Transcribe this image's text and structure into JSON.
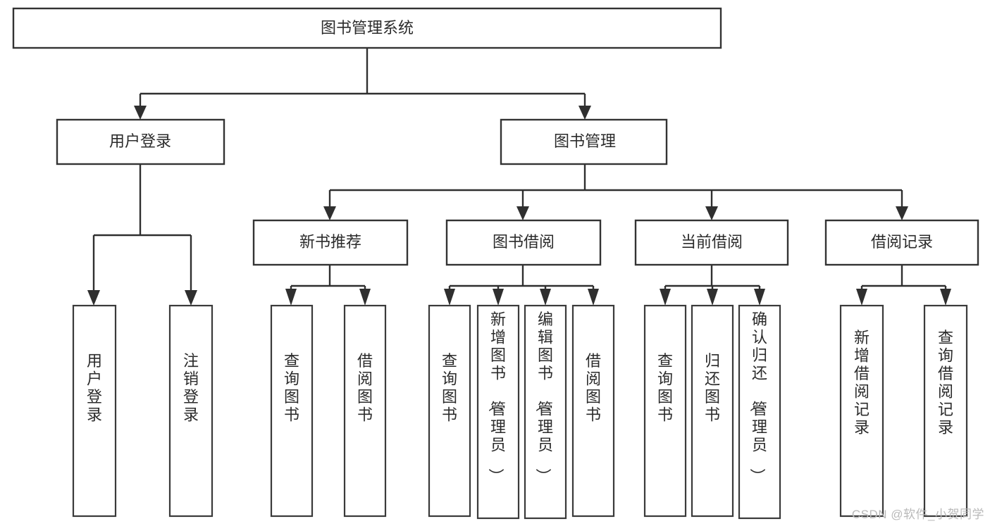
{
  "diagram": {
    "type": "hierarchy-tree",
    "orientation": "top-down",
    "watermark": "CSDN @软件_小贺同学",
    "root": {
      "id": "root",
      "label": "图书管理系统",
      "level": 0
    },
    "level1": [
      {
        "id": "user-login",
        "label": "用户登录",
        "level": 1
      },
      {
        "id": "book-management",
        "label": "图书管理",
        "level": 1
      }
    ],
    "level2": [
      {
        "id": "new-book-recommend",
        "label": "新书推荐",
        "level": 2,
        "parent": "book-management"
      },
      {
        "id": "book-borrow",
        "label": "图书借阅",
        "level": 2,
        "parent": "book-management"
      },
      {
        "id": "current-borrow",
        "label": "当前借阅",
        "level": 2,
        "parent": "book-management"
      },
      {
        "id": "borrow-record",
        "label": "借阅记录",
        "level": 2,
        "parent": "book-management"
      }
    ],
    "leaves": [
      {
        "id": "leaf-user-login",
        "label": "用户登录",
        "parent": "user-login"
      },
      {
        "id": "leaf-logout-login",
        "label": "注销登录",
        "parent": "user-login"
      },
      {
        "id": "leaf-query-book-1",
        "label": "查询图书",
        "parent": "new-book-recommend"
      },
      {
        "id": "leaf-borrow-book-1",
        "label": "借阅图书",
        "parent": "new-book-recommend"
      },
      {
        "id": "leaf-query-book-2",
        "label": "查询图书",
        "parent": "book-borrow"
      },
      {
        "id": "leaf-add-book",
        "label": "新增图书（管理员）",
        "parent": "book-borrow"
      },
      {
        "id": "leaf-edit-book",
        "label": "编辑图书（管理员）",
        "parent": "book-borrow"
      },
      {
        "id": "leaf-borrow-book-2",
        "label": "借阅图书",
        "parent": "book-borrow"
      },
      {
        "id": "leaf-query-book-3",
        "label": "查询图书",
        "parent": "current-borrow"
      },
      {
        "id": "leaf-return-book",
        "label": "归还图书",
        "parent": "current-borrow"
      },
      {
        "id": "leaf-confirm-return",
        "label": "确认归还（管理员）",
        "parent": "current-borrow"
      },
      {
        "id": "leaf-add-record",
        "label": "新增借阅记录",
        "parent": "borrow-record"
      },
      {
        "id": "leaf-query-record",
        "label": "查询借阅记录",
        "parent": "borrow-record"
      }
    ],
    "colors": {
      "box_stroke": "#333333",
      "box_fill": "#ffffff",
      "connector": "#2f2f2f",
      "text": "#2b2b2b",
      "watermark": "#b9b9b9",
      "background": "#ffffff"
    }
  }
}
